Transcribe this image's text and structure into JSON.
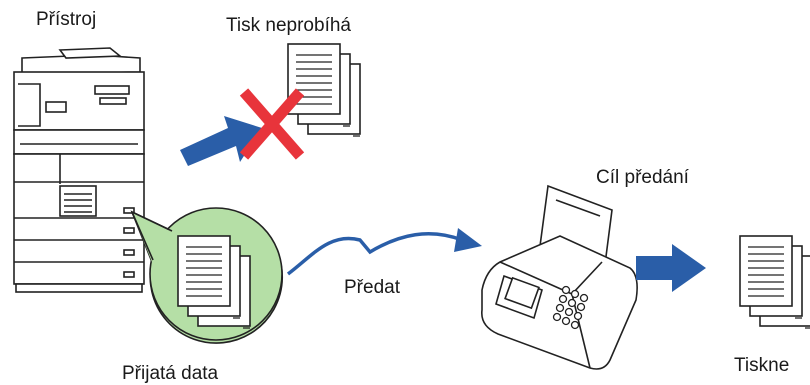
{
  "labels": {
    "device": "Přístroj",
    "no_print": "Tisk neprobíhá",
    "received_data": "Přijatá data",
    "forward": "Předat",
    "destination": "Cíl předání",
    "printed": "Tiskne"
  },
  "icons": {
    "printer": "mfp-printer-icon",
    "documents": "document-stack-icon",
    "cross": "red-x-icon",
    "arrow": "blue-arrow-icon",
    "fax": "fax-machine-icon"
  },
  "colors": {
    "arrow_blue": "#2a5ea8",
    "cross_red": "#e8343b",
    "bubble_green": "#b5dfa6",
    "outline": "#222222"
  }
}
